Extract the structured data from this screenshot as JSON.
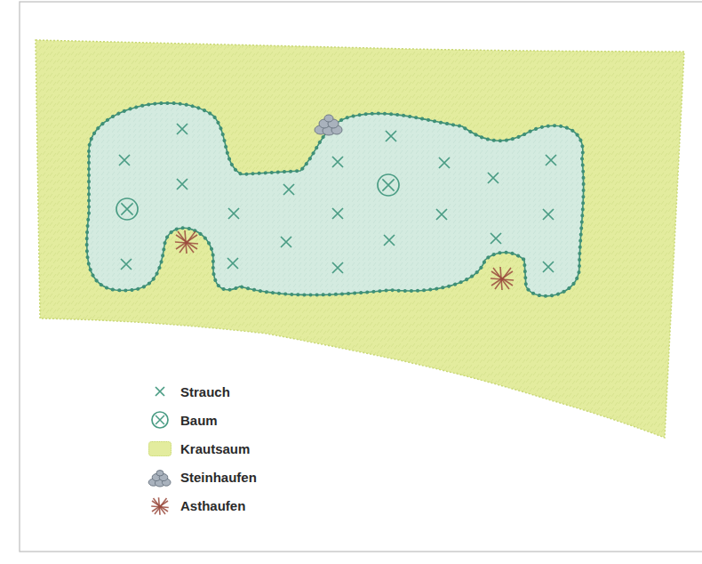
{
  "diagram": {
    "legend": [
      {
        "text": "Strauch"
      },
      {
        "text": "Baum"
      },
      {
        "text": "Krautsaum",
        "color": "#e3ec9e"
      },
      {
        "text": "Steinhaufen"
      },
      {
        "text": "Asthaufen"
      }
    ]
  }
}
